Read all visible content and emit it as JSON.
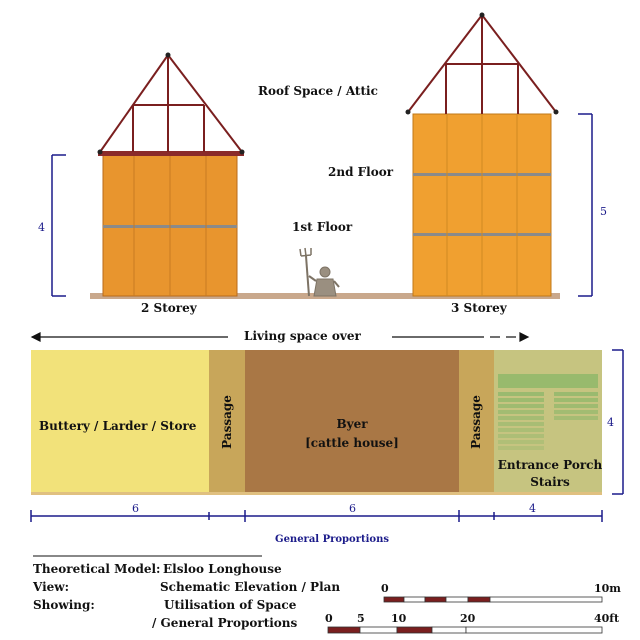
{
  "elevation": {
    "roof_label": "Roof Space / Attic",
    "floor2_label": "2nd Floor",
    "floor1_label": "1st Floor",
    "left_caption": "2 Storey",
    "right_caption": "3 Storey",
    "left_height": "4",
    "right_height": "5",
    "living_space": "Living space over"
  },
  "plan": {
    "rooms": {
      "buttery": "Buttery / Larder / Store",
      "passage_left": "Passage",
      "byer_line1": "Byer",
      "byer_line2": "[cattle house]",
      "passage_right": "Passage",
      "entrance_line1": "Entrance Porch",
      "entrance_line2": "Stairs"
    },
    "dims": {
      "d1": "6",
      "d2": "6",
      "d3": "4",
      "depth": "4"
    },
    "proportions_label": "General Proportions"
  },
  "meta": {
    "model_label": "Theoretical Model:",
    "model_value": "Elsloo Longhouse",
    "view_label": "View:",
    "view_value": "Schematic Elevation / Plan",
    "showing_label": "Showing:",
    "showing_value1": "Utilisation of Space",
    "showing_value2": "/ General Proportions"
  },
  "scale_bars": {
    "metric": {
      "start": "0",
      "end": "10m",
      "segments": 5
    },
    "imperial": {
      "start": "0",
      "t5": "5",
      "t10": "10",
      "t20": "20",
      "end": "40ft"
    }
  },
  "colors": {
    "wall_left": "#E8952E",
    "wall_right": "#F0A030",
    "roof_line": "#7a1f1f",
    "ground": "#c9a88c",
    "buttery": "#F2E27A",
    "passage": "#C8A65A",
    "byer": "#A97745",
    "entrance": "#C6C480",
    "stairs": "#8FB86A",
    "dim_line": "#1b1b8a",
    "bar_dark": "#7a1f1f"
  }
}
